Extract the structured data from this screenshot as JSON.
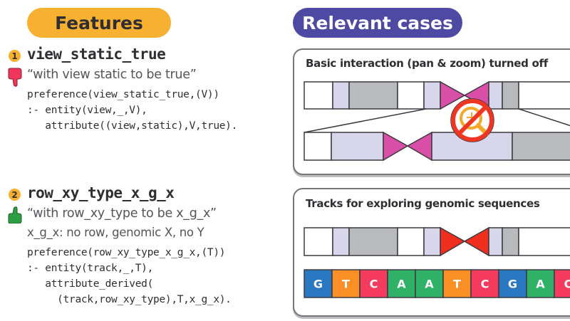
{
  "headers": {
    "features": "Features",
    "relevant_cases": "Relevant cases"
  },
  "features": [
    {
      "number": "1",
      "name": "view_static_true",
      "sentiment_icon": "thumbs-down-icon",
      "sentiment_color": "#f0365a",
      "quote": "“with view static to be true”",
      "note": "",
      "code": [
        "preference(view_static_true,(V))",
        ":- entity(view,_,V),",
        "   attribute((view,static),V,true)."
      ]
    },
    {
      "number": "2",
      "name": "row_xy_type_x_g_x",
      "sentiment_icon": "thumbs-up-icon",
      "sentiment_color": "#2e9e45",
      "quote": "“with row_xy_type to be x_g_x”",
      "note": "x_g_x: no row, genomic X, no Y",
      "code": [
        "preference(row_xy_type_x_g_x,(T))",
        ":- entity(track,_,T),",
        "   attribute_derived(",
        "     (track,row_xy_type),T,x_g_x)."
      ]
    }
  ],
  "cases": [
    {
      "title": "Basic interaction (pan & zoom) turned off",
      "overlay_icon": "no-zoom-icon"
    },
    {
      "title": "Tracks for exploring genomic sequences",
      "sequence": [
        "G",
        "T",
        "C",
        "A",
        "A",
        "T",
        "C",
        "G",
        "A",
        "C"
      ]
    }
  ],
  "colors": {
    "features_accent": "#f7b02f",
    "cases_accent": "#4e4aa3",
    "centromere_case1": "#d94ea6",
    "centromere_case2": "#f02e1d",
    "band_light": "#d8d6ea",
    "band_gray": "#b9babc",
    "no_sign_red": "#ef3623",
    "magnifier": "#f4a82a",
    "base_G": "#2b78c2",
    "base_T": "#f98f25",
    "base_C": "#f63c5e",
    "base_A": "#2fb267"
  }
}
